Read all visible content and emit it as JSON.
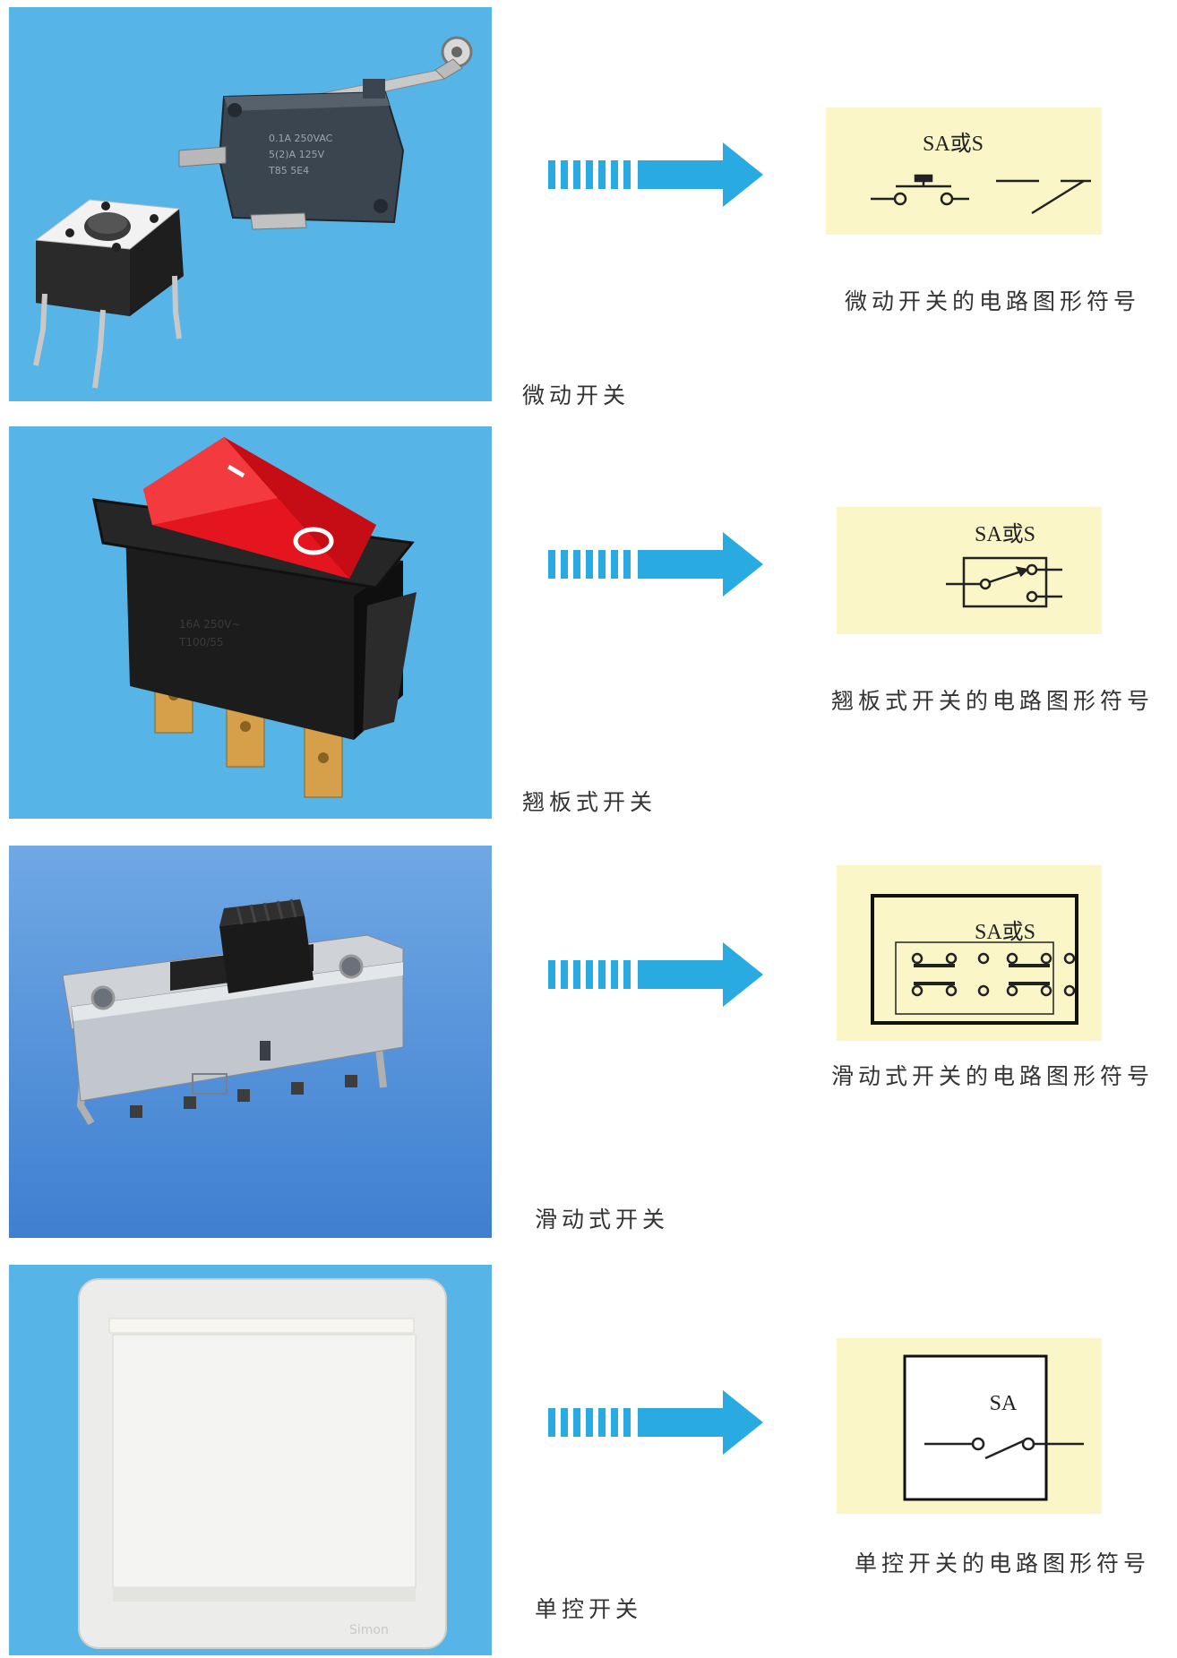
{
  "rows": [
    {
      "photo_caption": "微动开关",
      "symbol_label": "SA或S",
      "symbol_caption": "微动开关的电路图形符号"
    },
    {
      "photo_caption": "翘板式开关",
      "symbol_label": "SA或S",
      "symbol_caption": "翘板式开关的电路图形符号"
    },
    {
      "photo_caption": "滑动式开关",
      "symbol_label": "SA或S",
      "symbol_caption": "滑动式开关的电路图形符号"
    },
    {
      "photo_caption": "单控开关",
      "symbol_label": "SA",
      "symbol_caption": "单控开关的电路图形符号"
    }
  ],
  "photo_brand": "Simon",
  "colors": {
    "photo_bg": "#56b4e6",
    "arrow": "#29abe2",
    "symbol_bg": "#fbf6c8"
  }
}
